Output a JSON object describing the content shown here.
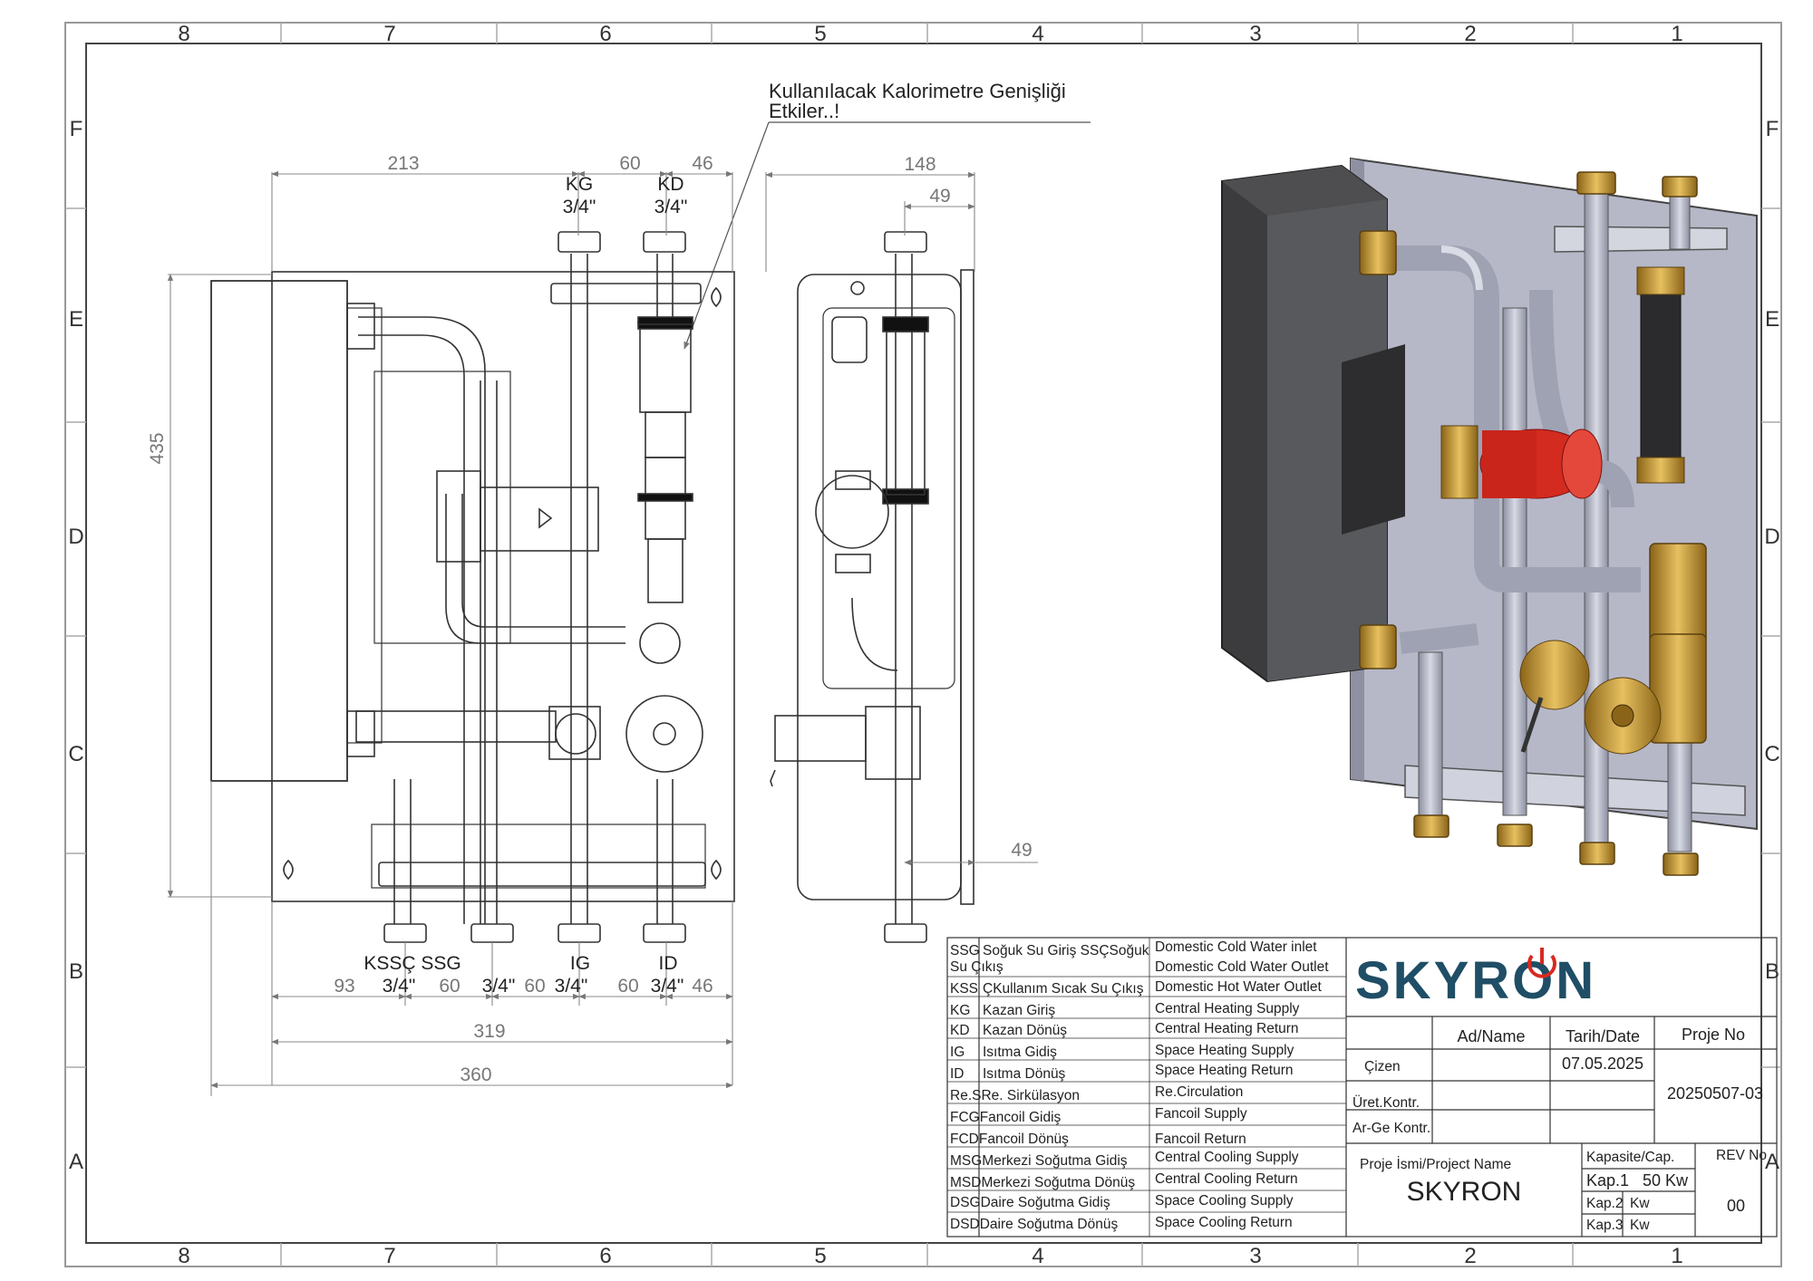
{
  "zones": {
    "cols": [
      "8",
      "7",
      "6",
      "5",
      "4",
      "3",
      "2",
      "1"
    ],
    "rows": [
      "F",
      "E",
      "D",
      "C",
      "B",
      "A"
    ]
  },
  "note": {
    "line1": "Kullanılacak Kalorimetre Genişliği",
    "line2": "Etkiler..!"
  },
  "dimensions": {
    "d213": "213",
    "d60_top": "60",
    "d46_top": "46",
    "d435": "435",
    "d93": "93",
    "d60_a": "60",
    "d60_b": "60",
    "d60_c": "60",
    "d46_bottom": "46",
    "d319": "319",
    "d360": "360",
    "d148": "148",
    "d49_top": "49",
    "d49_bottom": "49"
  },
  "ports": {
    "top": [
      {
        "code": "KG",
        "size": "3/4\""
      },
      {
        "code": "KD",
        "size": "3/4\""
      }
    ],
    "bottom": [
      {
        "code": "KSSÇ SSG",
        "size": "3/4\""
      },
      {
        "code": "",
        "size": "3/4\""
      },
      {
        "code": "IG",
        "size": "3/4\""
      },
      {
        "code": "ID",
        "size": "3/4\""
      }
    ]
  },
  "legend": [
    {
      "code": "SSG",
      "tr": "Soğuk Su Giriş SSÇSoğuk",
      "en": "Domestic Cold Water inlet"
    },
    {
      "code": "Su Çıkış",
      "tr": "",
      "en": "Domestic Cold Water Outlet"
    },
    {
      "code": "KSS",
      "tr": "ÇKullanım Sıcak Su Çıkış",
      "en": "Domestic Hot Water Outlet"
    },
    {
      "code": "KG",
      "tr": "Kazan Giriş",
      "en": "Central Heating Supply"
    },
    {
      "code": "KD",
      "tr": "Kazan Dönüş",
      "en": "Central Heating Return"
    },
    {
      "code": "IG",
      "tr": "Isıtma Gidiş",
      "en": "Space Heating Supply"
    },
    {
      "code": "ID",
      "tr": "Isıtma Dönüş",
      "en": "Space Heating Return"
    },
    {
      "code": "Re.SRe. Sirkülasyon",
      "tr": "",
      "en": "Re.Circulation"
    },
    {
      "code": "FCGFancoil Gidiş",
      "tr": "",
      "en": "Fancoil  Supply"
    },
    {
      "code": "FCDFancoil Dönüş",
      "tr": "",
      "en": "Fancoil Return"
    },
    {
      "code": "MSGMerkezi Soğutma Gidiş",
      "tr": "",
      "en": "Central Cooling Supply"
    },
    {
      "code": "MSDMerkezi Soğutma Dönüş",
      "tr": "",
      "en": "Central Cooling Return"
    },
    {
      "code": "DSGDaire Soğutma Gidiş",
      "tr": "",
      "en": "Space Cooling Supply"
    },
    {
      "code": "DSDDaire Soğutma Dönüş",
      "tr": "",
      "en": "Space Cooling Return"
    }
  ],
  "titleblock": {
    "logo": "SKYRON",
    "name_header": "Ad/Name",
    "date_header": "Tarih/Date",
    "project_no_header": "Proje No",
    "drawn_label": "Çizen",
    "production_control_label": "Üret.Kontr.",
    "rnd_control_label": "Ar-Ge Kontr.",
    "date": "07.05.2025",
    "project_no": "20250507-03",
    "project_name_label": "Proje İsmi/Project Name",
    "project_name": "SKYRON",
    "capacity_header": "Kapasite/Cap.",
    "rev_header": "REV No",
    "capacities": [
      {
        "label": "Kap.1",
        "value": "50 Kw"
      },
      {
        "label": "Kap.2",
        "value": "Kw"
      },
      {
        "label": "Kap.3",
        "value": "Kw"
      }
    ],
    "rev": "00"
  }
}
